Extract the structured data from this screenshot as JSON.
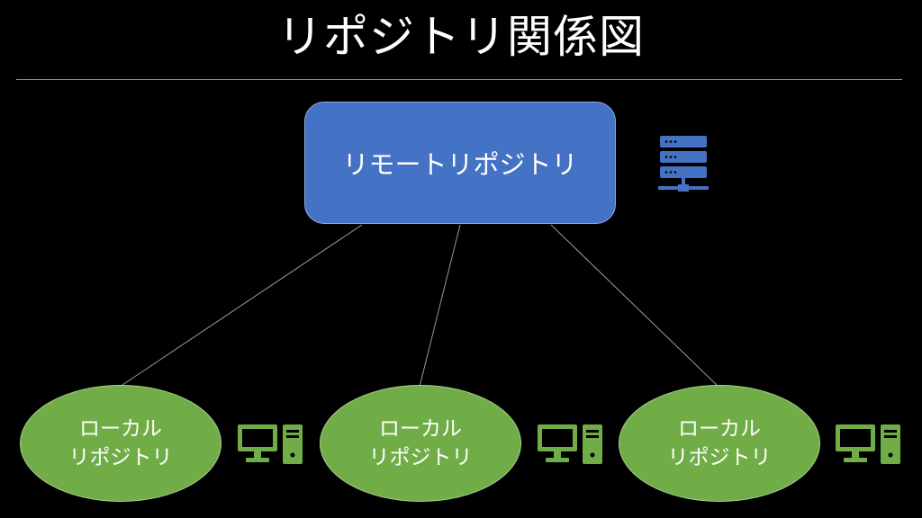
{
  "title": "リポジトリ関係図",
  "remote": {
    "label": "リモートリポジトリ",
    "icon": "server-icon"
  },
  "locals": [
    {
      "line1": "ローカル",
      "line2": "リポジトリ",
      "icon": "desktop-computer-icon"
    },
    {
      "line1": "ローカル",
      "line2": "リポジトリ",
      "icon": "desktop-computer-icon"
    },
    {
      "line1": "ローカル",
      "line2": "リポジトリ",
      "icon": "desktop-computer-icon"
    }
  ],
  "colors": {
    "background": "#000000",
    "remote_fill": "#4472c4",
    "local_fill": "#70ad47",
    "connector": "#9a9a9a",
    "text": "#ffffff"
  }
}
